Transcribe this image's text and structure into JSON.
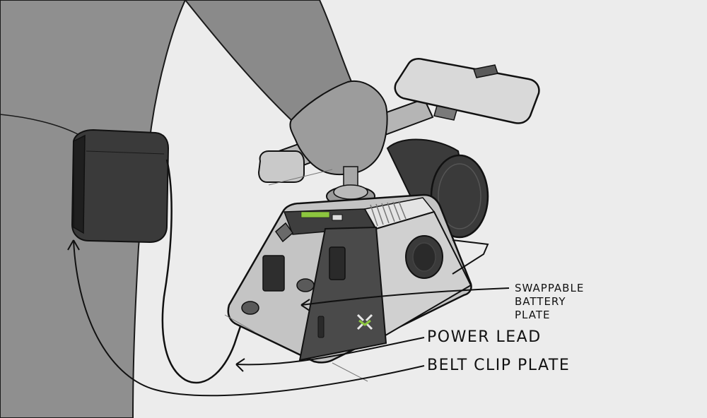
{
  "callouts": {
    "battery_plate": [
      "SWAPPABLE",
      "BATTERY",
      "PLATE"
    ],
    "power_lead": "POWER LEAD",
    "belt_clip_plate": "BELT CLIP PLATE"
  },
  "colors": {
    "background": "#ececec",
    "figure": "#8f8f8f",
    "figure_dark": "#7c7c7c",
    "device_light": "#c4c4c4",
    "device_dark": "#3e3e3e",
    "ink": "#111111",
    "accent": "#8cc63f"
  }
}
